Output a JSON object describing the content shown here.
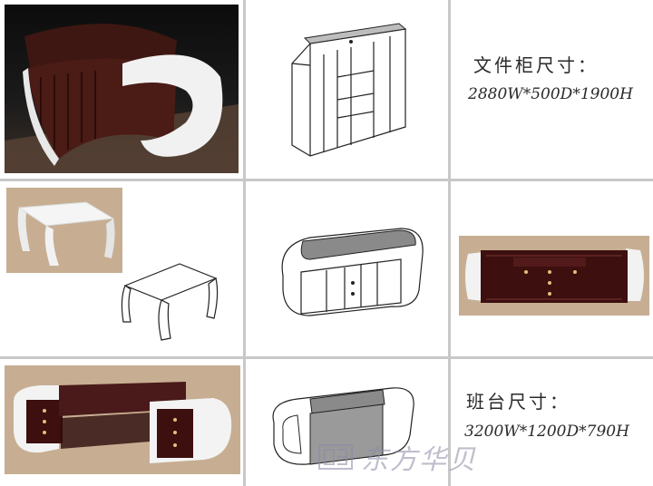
{
  "specs": {
    "cabinet": {
      "title": "文件柜尺寸：",
      "dimensions": "2880W*500D*1900H"
    },
    "desk": {
      "title": "班台尺寸：",
      "dimensions": "3200W*1200D*790H"
    }
  },
  "watermark": {
    "text": "东方华贝"
  },
  "colors": {
    "wood": "#4a1a1a",
    "lacquer": "#f4f4f4",
    "tan": "#c7ae92",
    "grid": "#c8c8c8"
  }
}
